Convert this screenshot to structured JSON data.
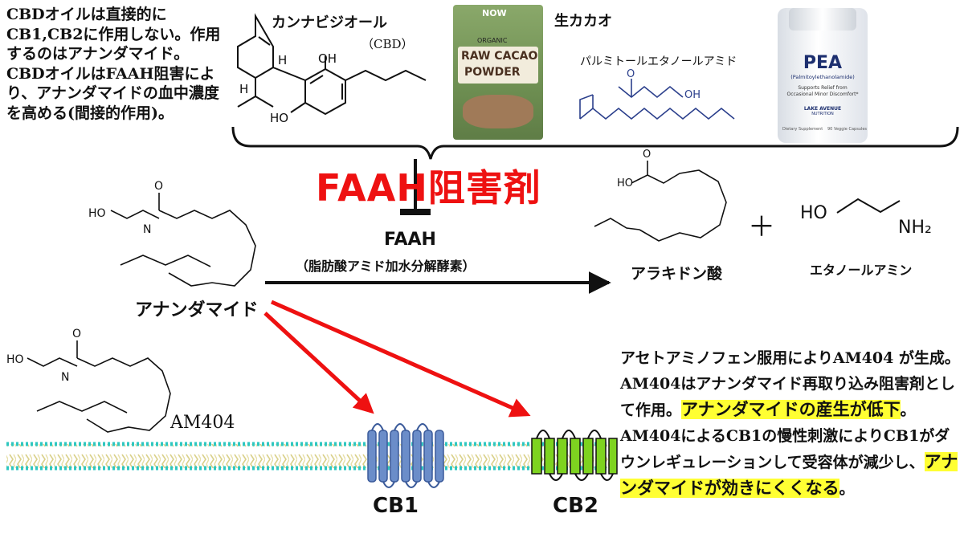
{
  "intro_text": "CBDオイルは直接的にCB1,CB2に作用しない。作用するのはアナンダマイド。CBDオイルはFAAH阻害により、アナンダマイドの血中濃度を高める(間接的作用)。",
  "top_items": {
    "cbd_label": "カンナビジオール",
    "cbd_sub": "（CBD）",
    "cacao_label": "生カカオ",
    "pea_label": "パルミトールエタノールアミド"
  },
  "cacao_bag": {
    "brand": "NOW",
    "organic": "ORGANIC",
    "line1": "RAW CACAO",
    "line2": "POWDER"
  },
  "pea_bottle": {
    "title": "PEA",
    "sub": "(Palmitoylethanolamide)",
    "desc1": "Supports Relief from",
    "desc2": "Occasional Minor Discomfort*",
    "brand": "LAKE AVENUE",
    "brand_sub": "NUTRITION",
    "foot_left": "Dietary Supplement",
    "foot_right": "90 Veggie Capsules"
  },
  "inhibitor_title": "FAAH阻害剤",
  "enzyme": {
    "name": "FAAH",
    "sub": "（脂肪酸アミド加水分解酵素）"
  },
  "molecules": {
    "anandamide": "アナンダマイド",
    "arachidonic_acid": "アラキドン酸",
    "plus": "＋",
    "ethanolamine": "エタノールアミン",
    "am404": "AM404"
  },
  "atom_labels": {
    "h": "H",
    "oh": "OH",
    "ho": "HO",
    "o": "O",
    "n": "N",
    "nh2": "NH₂"
  },
  "receptors": {
    "cb1": "CB1",
    "cb2": "CB2"
  },
  "right_text": {
    "p1": "アセトアミノフェン服用によりAM404 が生成。AM404はアナンダマイド再取り込み阻害剤として作用。",
    "h1": "アナンダマイドの産生が低下",
    "p2": "。AM404によるCB1の慢性刺激によりCB1がダウンレギュレーションして受容体が減少し、",
    "h2": "アナンダマイドが効きにくくなる",
    "p3": "。"
  },
  "colors": {
    "inhibitor_red": "#ee1111",
    "arrow_red": "#ee1111",
    "highlight": "#ffff33",
    "cb1_blue": "#6b8dc9",
    "cb2_green": "#7ed320",
    "membrane_teal": "#2ec7c0",
    "membrane_yellow": "#e8e3a0",
    "molecule_blue": "#2b3f8c"
  }
}
